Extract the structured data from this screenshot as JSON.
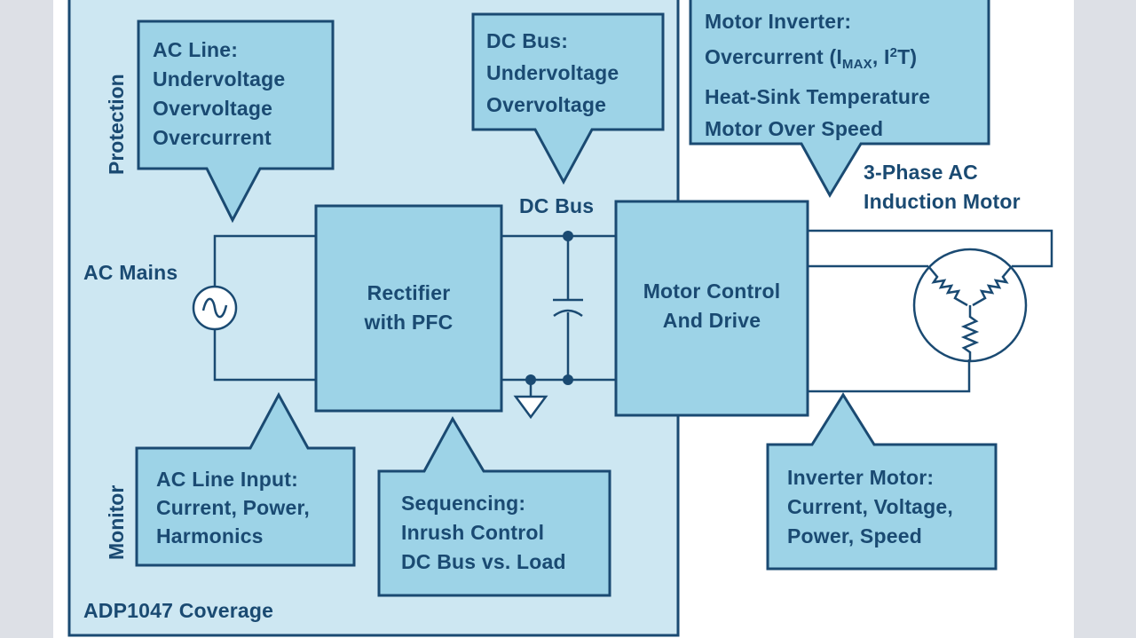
{
  "colors": {
    "page_background": "#dde0e6",
    "paper": "#ffffff",
    "coverage_fill": "#cde7f2",
    "block_fill": "#9dd3e7",
    "stroke": "#1a4a72"
  },
  "coverage": {
    "label": "ADP1047 Coverage",
    "section_protection": "Protection",
    "section_monitor": "Monitor"
  },
  "callouts": {
    "ac_line": {
      "lines": [
        "AC Line:",
        "Undervoltage",
        "Overvoltage",
        "Overcurrent"
      ]
    },
    "dc_bus": {
      "lines": [
        "DC Bus:",
        "Undervoltage",
        "Overvoltage"
      ]
    },
    "motor_inverter": {
      "line1": "Motor Inverter:",
      "line2_prefix": "Overcurrent (I",
      "line2_sub": "MAX",
      "line2_mid": ", I",
      "line2_sup": "2",
      "line2_suffix": "T)",
      "line3": "Heat-Sink Temperature",
      "line4": "Motor Over Speed"
    },
    "ac_line_input": {
      "lines": [
        "AC Line Input:",
        "Current, Power,",
        "Harmonics"
      ]
    },
    "sequencing": {
      "lines": [
        "Sequencing:",
        "Inrush Control",
        "DC Bus vs. Load"
      ]
    },
    "inverter_motor": {
      "lines": [
        "Inverter Motor:",
        "Current, Voltage,",
        "Power, Speed"
      ]
    }
  },
  "blocks": {
    "rectifier": {
      "lines": [
        "Rectifier",
        "with PFC"
      ]
    },
    "motor_control": {
      "lines": [
        "Motor Control",
        "And Drive"
      ]
    }
  },
  "labels": {
    "ac_mains": "AC Mains",
    "dc_bus": "DC Bus",
    "motor": [
      "3-Phase AC",
      "Induction Motor"
    ]
  },
  "symbols": {
    "ac_source": "ac-voltage-source-icon",
    "capacitor": "capacitor-icon",
    "ground": "ground-icon",
    "motor": "three-phase-motor-icon"
  }
}
